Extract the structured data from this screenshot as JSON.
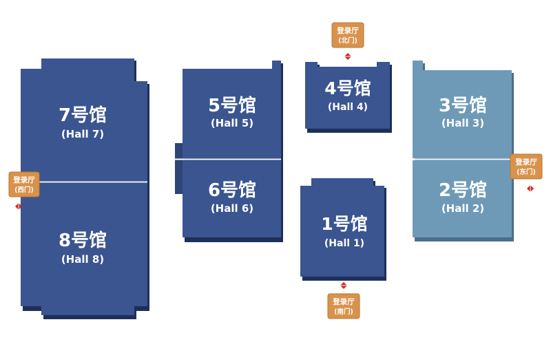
{
  "colors": {
    "hall_dark": "#3a5590",
    "hall_light": "#6e9ab7",
    "hall_shadow_dark": "#1e2f5a",
    "hall_shadow_light": "#4a6f8a",
    "entrance_box": "#d9924b",
    "entrance_border": "#b9772f",
    "arrow_red": "#cc2a2a"
  },
  "halls": [
    {
      "id": "7",
      "name": "7号馆",
      "sub": "(Hall 7)"
    },
    {
      "id": "8",
      "name": "8号馆",
      "sub": "(Hall 8)"
    },
    {
      "id": "5",
      "name": "5号馆",
      "sub": "(Hall 5)"
    },
    {
      "id": "6",
      "name": "6号馆",
      "sub": "(Hall 6)"
    },
    {
      "id": "4",
      "name": "4号馆",
      "sub": "(Hall 4)"
    },
    {
      "id": "1",
      "name": "1号馆",
      "sub": "(Hall 1)"
    },
    {
      "id": "3",
      "name": "3号馆",
      "sub": "(Hall 3)"
    },
    {
      "id": "2",
      "name": "2号馆",
      "sub": "(Hall 2)"
    }
  ],
  "entrances": {
    "west": {
      "line1": "登录厅",
      "line2": "(西门)"
    },
    "north": {
      "line1": "登录厅",
      "line2": "(北门)"
    },
    "east": {
      "line1": "登录厅",
      "line2": "(东门)"
    },
    "south": {
      "line1": "登录厅",
      "line2": "(南门)"
    }
  }
}
